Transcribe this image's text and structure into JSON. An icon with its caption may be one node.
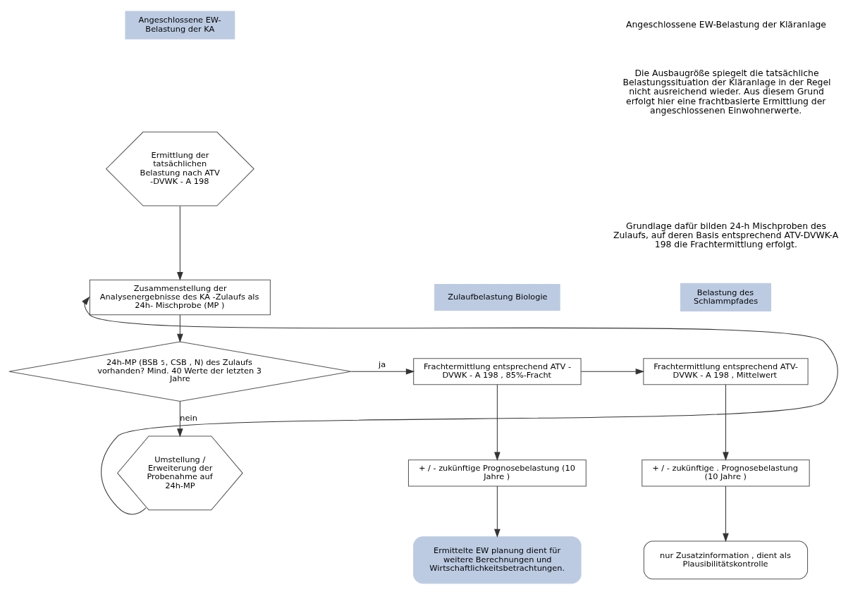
{
  "diagram": {
    "nodes": [
      {
        "text": [
          "Angeschlossene EW- Belastung der KA"
        ]
      },
      {
        "text": [
          "Ermittlung der tatsächlichen Belastung nach ATV -DVWK - A 198"
        ]
      },
      {
        "text": [
          "Zusammenstellung der Analysenergebnisse des KA -Zulaufs als 24h- Mischprobe (MP )"
        ]
      },
      {
        "text": [
          "24h-MP (BSB $_{5}$, CSB , N) des Zulaufs vorhanden? Mind. 40 Werte der letzten 3 Jahre"
        ]
      },
      {
        "text": [
          "Umstellung / Erweiterung der Probenahme auf 24h-MP"
        ]
      },
      {
        "text": [
          "Zulaufbelastung Biologie"
        ]
      },
      {
        "text": [
          "Frachtermittlung entsprechend ATV - DVWK - A 198 , 85%-Fracht"
        ]
      },
      {
        "text": [
          "+ / - zukünftige Prognosebelastung (10 Jahre )"
        ]
      },
      {
        "text": [
          "Ermittelte EW planung dient für weitere Berechnungen und Wirtschaftlichkeitsbetrachtungen."
        ]
      },
      {
        "text": [
          "Belastung des Schlammpfades"
        ]
      },
      {
        "text": [
          "Frachtermittlung entsprechend ATV- DVWK - A 198 , Mittelwert"
        ]
      },
      {
        "text": [
          "+ / - zukünftige . Prognosebelastung (10 Jahre )"
        ]
      },
      {
        "text": [
          "nur Zusatzinformation , dient als Plausibilitätskontrolle"
        ]
      }
    ],
    "edges": [
      {
        "from": 1,
        "to": 2,
        "arrow": "to"
      },
      {
        "from": 2,
        "to": 3,
        "arrow": "to"
      },
      {
        "from": 3,
        "to": 6,
        "label": "ja",
        "arrow": "to"
      },
      {
        "from": 3,
        "to": 4,
        "label": "nein",
        "arrow": "to"
      },
      {
        "from": 4,
        "to": 2,
        "arrow": "to"
      },
      {
        "from": 6,
        "to": 10,
        "arrow": "to"
      },
      {
        "from": 6,
        "to": 7,
        "arrow": "to"
      },
      {
        "from": 7,
        "to": 8,
        "arrow": "to"
      },
      {
        "from": 10,
        "to": 11,
        "arrow": "to"
      },
      {
        "from": 11,
        "to": 12,
        "arrow": "to"
      }
    ],
    "labels": [
      "Angeschlossene EW-Belastung der Kläranlage",
      "Die Ausbaugröße spiegelt die tatsächliche Belastungssituation der Kläranlage in der Regel nicht ausreichend wieder. Aus diesem Grund erfolgt hier eine frachtbasierte Ermittlung der angeschlossenen Einwohnerwerte.",
      "Grundlage dafür bilden 24-h Mischproben des Zulaufs, auf deren Basis entsprechend ATV-DVWK-A 198 die Frachtermittlung erfolgt."
    ]
  }
}
